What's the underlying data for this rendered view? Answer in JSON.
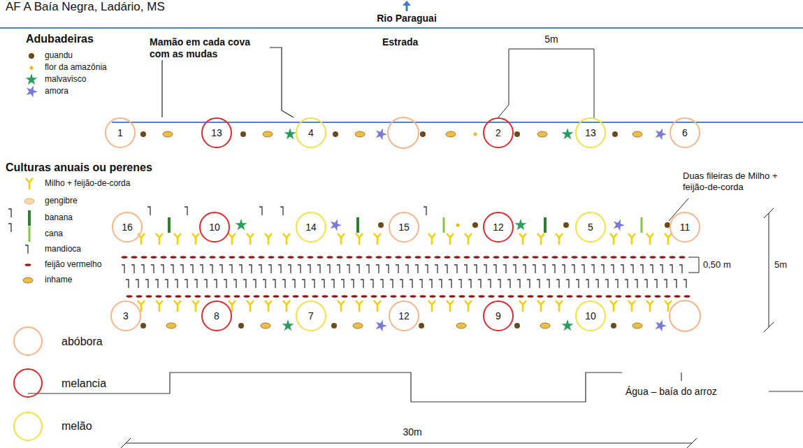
{
  "diagram": {
    "title": "AF A Baía Negra, Ladário, MS",
    "nodes": [
      {
        "text": [
          "1"
        ]
      },
      {
        "text": [
          "13"
        ]
      },
      {
        "text": [
          "4"
        ]
      },
      {
        "text": [
          "2"
        ]
      },
      {
        "text": [
          "13"
        ]
      },
      {
        "text": [
          "6"
        ]
      },
      {
        "text": [
          "16"
        ]
      },
      {
        "text": [
          "10"
        ]
      },
      {
        "text": [
          "14"
        ]
      },
      {
        "text": [
          "15"
        ]
      },
      {
        "text": [
          "12"
        ]
      },
      {
        "text": [
          "5"
        ]
      },
      {
        "text": [
          "11"
        ]
      },
      {
        "text": [
          "3"
        ]
      },
      {
        "text": [
          "8"
        ]
      },
      {
        "text": [
          "7"
        ]
      },
      {
        "text": [
          "12"
        ]
      },
      {
        "text": [
          "9"
        ]
      },
      {
        "text": [
          "10"
        ]
      }
    ],
    "labels": [
      "Rio Paraguai",
      "Adubadeiras",
      "Culturas anuais ou perenes",
      "Mamão em cada cova com as mudas",
      "Estrada",
      "5m",
      "Duas fileiras de Milho + feijão-de-corda",
      "0,50 m",
      "5m",
      "Água – baía do arroz",
      "30m"
    ],
    "legend": [
      {
        "text": "guandu"
      },
      {
        "text": "flor da amazônia"
      },
      {
        "text": "malvavisco"
      },
      {
        "text": "amora"
      },
      {
        "text": "Milho + feijão-de-corda"
      },
      {
        "text": "gengibre"
      },
      {
        "text": "banana"
      },
      {
        "text": "cana"
      },
      {
        "text": "mandioca"
      },
      {
        "text": "feijão vermelho"
      },
      {
        "text": "inhame"
      },
      {
        "text": "abóbora"
      },
      {
        "text": "melancia"
      },
      {
        "text": "melão"
      }
    ]
  }
}
